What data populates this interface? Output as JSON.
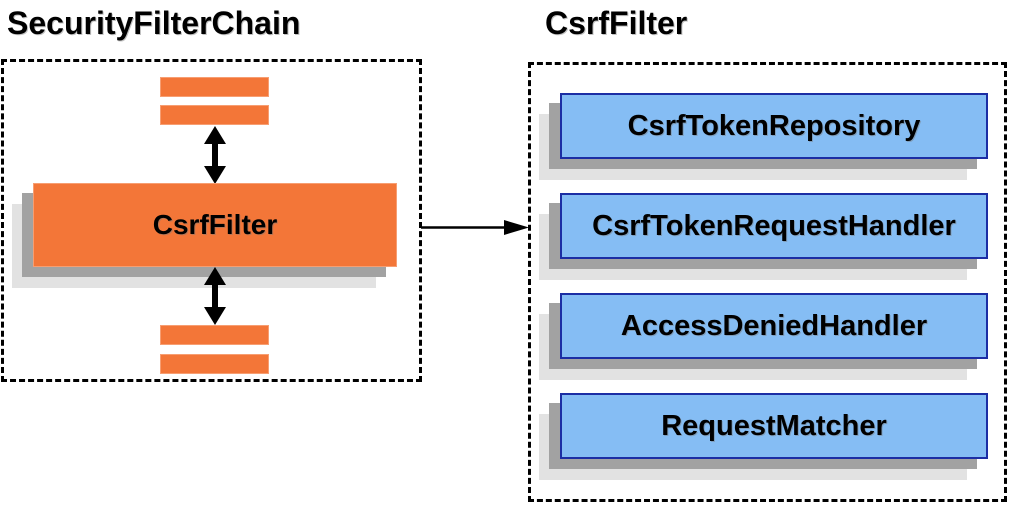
{
  "diagram": {
    "left_panel": {
      "title": "SecurityFilterChain",
      "filter_node_label": "CsrfFilter"
    },
    "right_panel": {
      "title": "CsrfFilter",
      "components": [
        {
          "label": "CsrfTokenRepository"
        },
        {
          "label": "CsrfTokenRequestHandler"
        },
        {
          "label": "AccessDeniedHandler"
        },
        {
          "label": "RequestMatcher"
        }
      ]
    },
    "icons": {
      "vertical_connector": "bidirectional-arrow-icon",
      "horizontal_connector": "flow-arrow-icon"
    },
    "colors": {
      "orange_fill": "#F37638",
      "orange_border": "#F79E72",
      "blue_fill": "#85BDF4",
      "blue_border": "#1C2EA4",
      "shadow_dark": "#A2A2A2",
      "shadow_light": "#E2E2E2",
      "arrow_color": "#000000",
      "text_color": "#000000"
    }
  }
}
